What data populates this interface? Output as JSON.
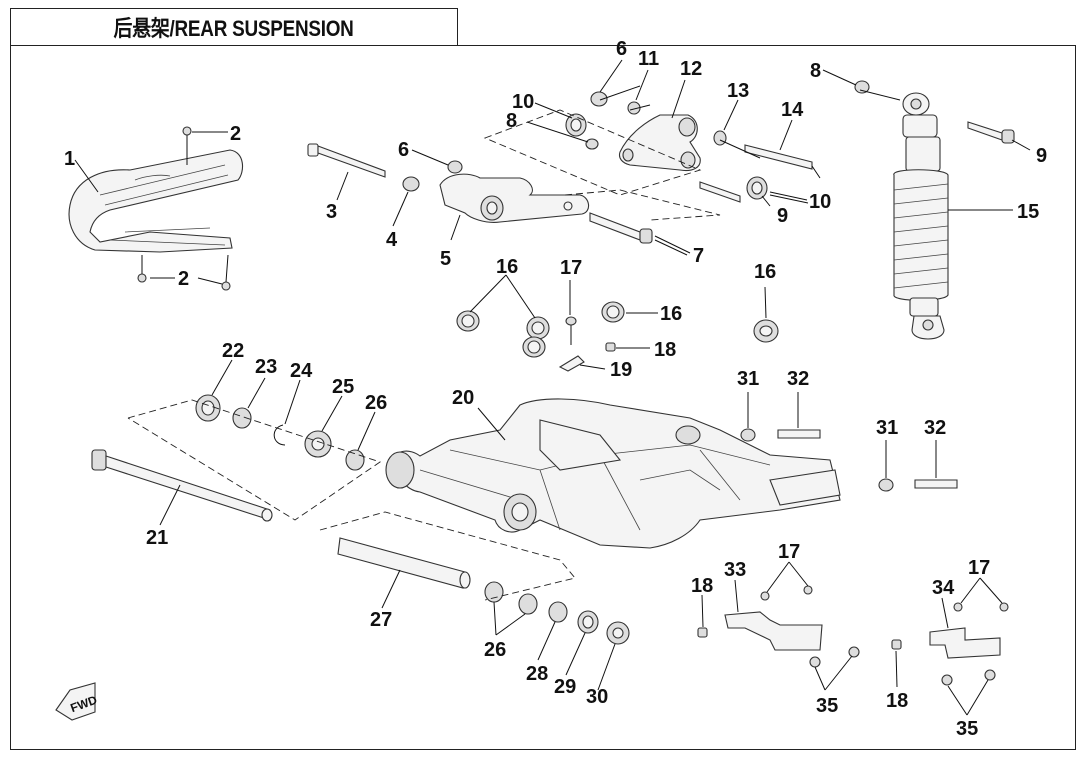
{
  "title": "后悬架/REAR SUSPENSION",
  "fwd_mark": "FWD",
  "callouts": {
    "c1": "1",
    "c2a": "2",
    "c2b": "2",
    "c3": "3",
    "c4": "4",
    "c5": "5",
    "c6a": "6",
    "c6b": "6",
    "c7": "7",
    "c8a": "8",
    "c8b": "8",
    "c9a": "9",
    "c9b": "9",
    "c10a": "10",
    "c10b": "10",
    "c11": "11",
    "c12": "12",
    "c13": "13",
    "c14": "14",
    "c15": "15",
    "c16a": "16",
    "c16b": "16",
    "c16c": "16",
    "c17a": "17",
    "c17b": "17",
    "c17c": "17",
    "c18a": "18",
    "c18b": "18",
    "c18c": "18",
    "c19": "19",
    "c20": "20",
    "c21": "21",
    "c22": "22",
    "c23": "23",
    "c24": "24",
    "c25": "25",
    "c26a": "26",
    "c26b": "26",
    "c27": "27",
    "c28": "28",
    "c29": "29",
    "c30": "30",
    "c31a": "31",
    "c31b": "31",
    "c32a": "32",
    "c32b": "32",
    "c33": "33",
    "c34": "34",
    "c35a": "35",
    "c35b": "35"
  }
}
